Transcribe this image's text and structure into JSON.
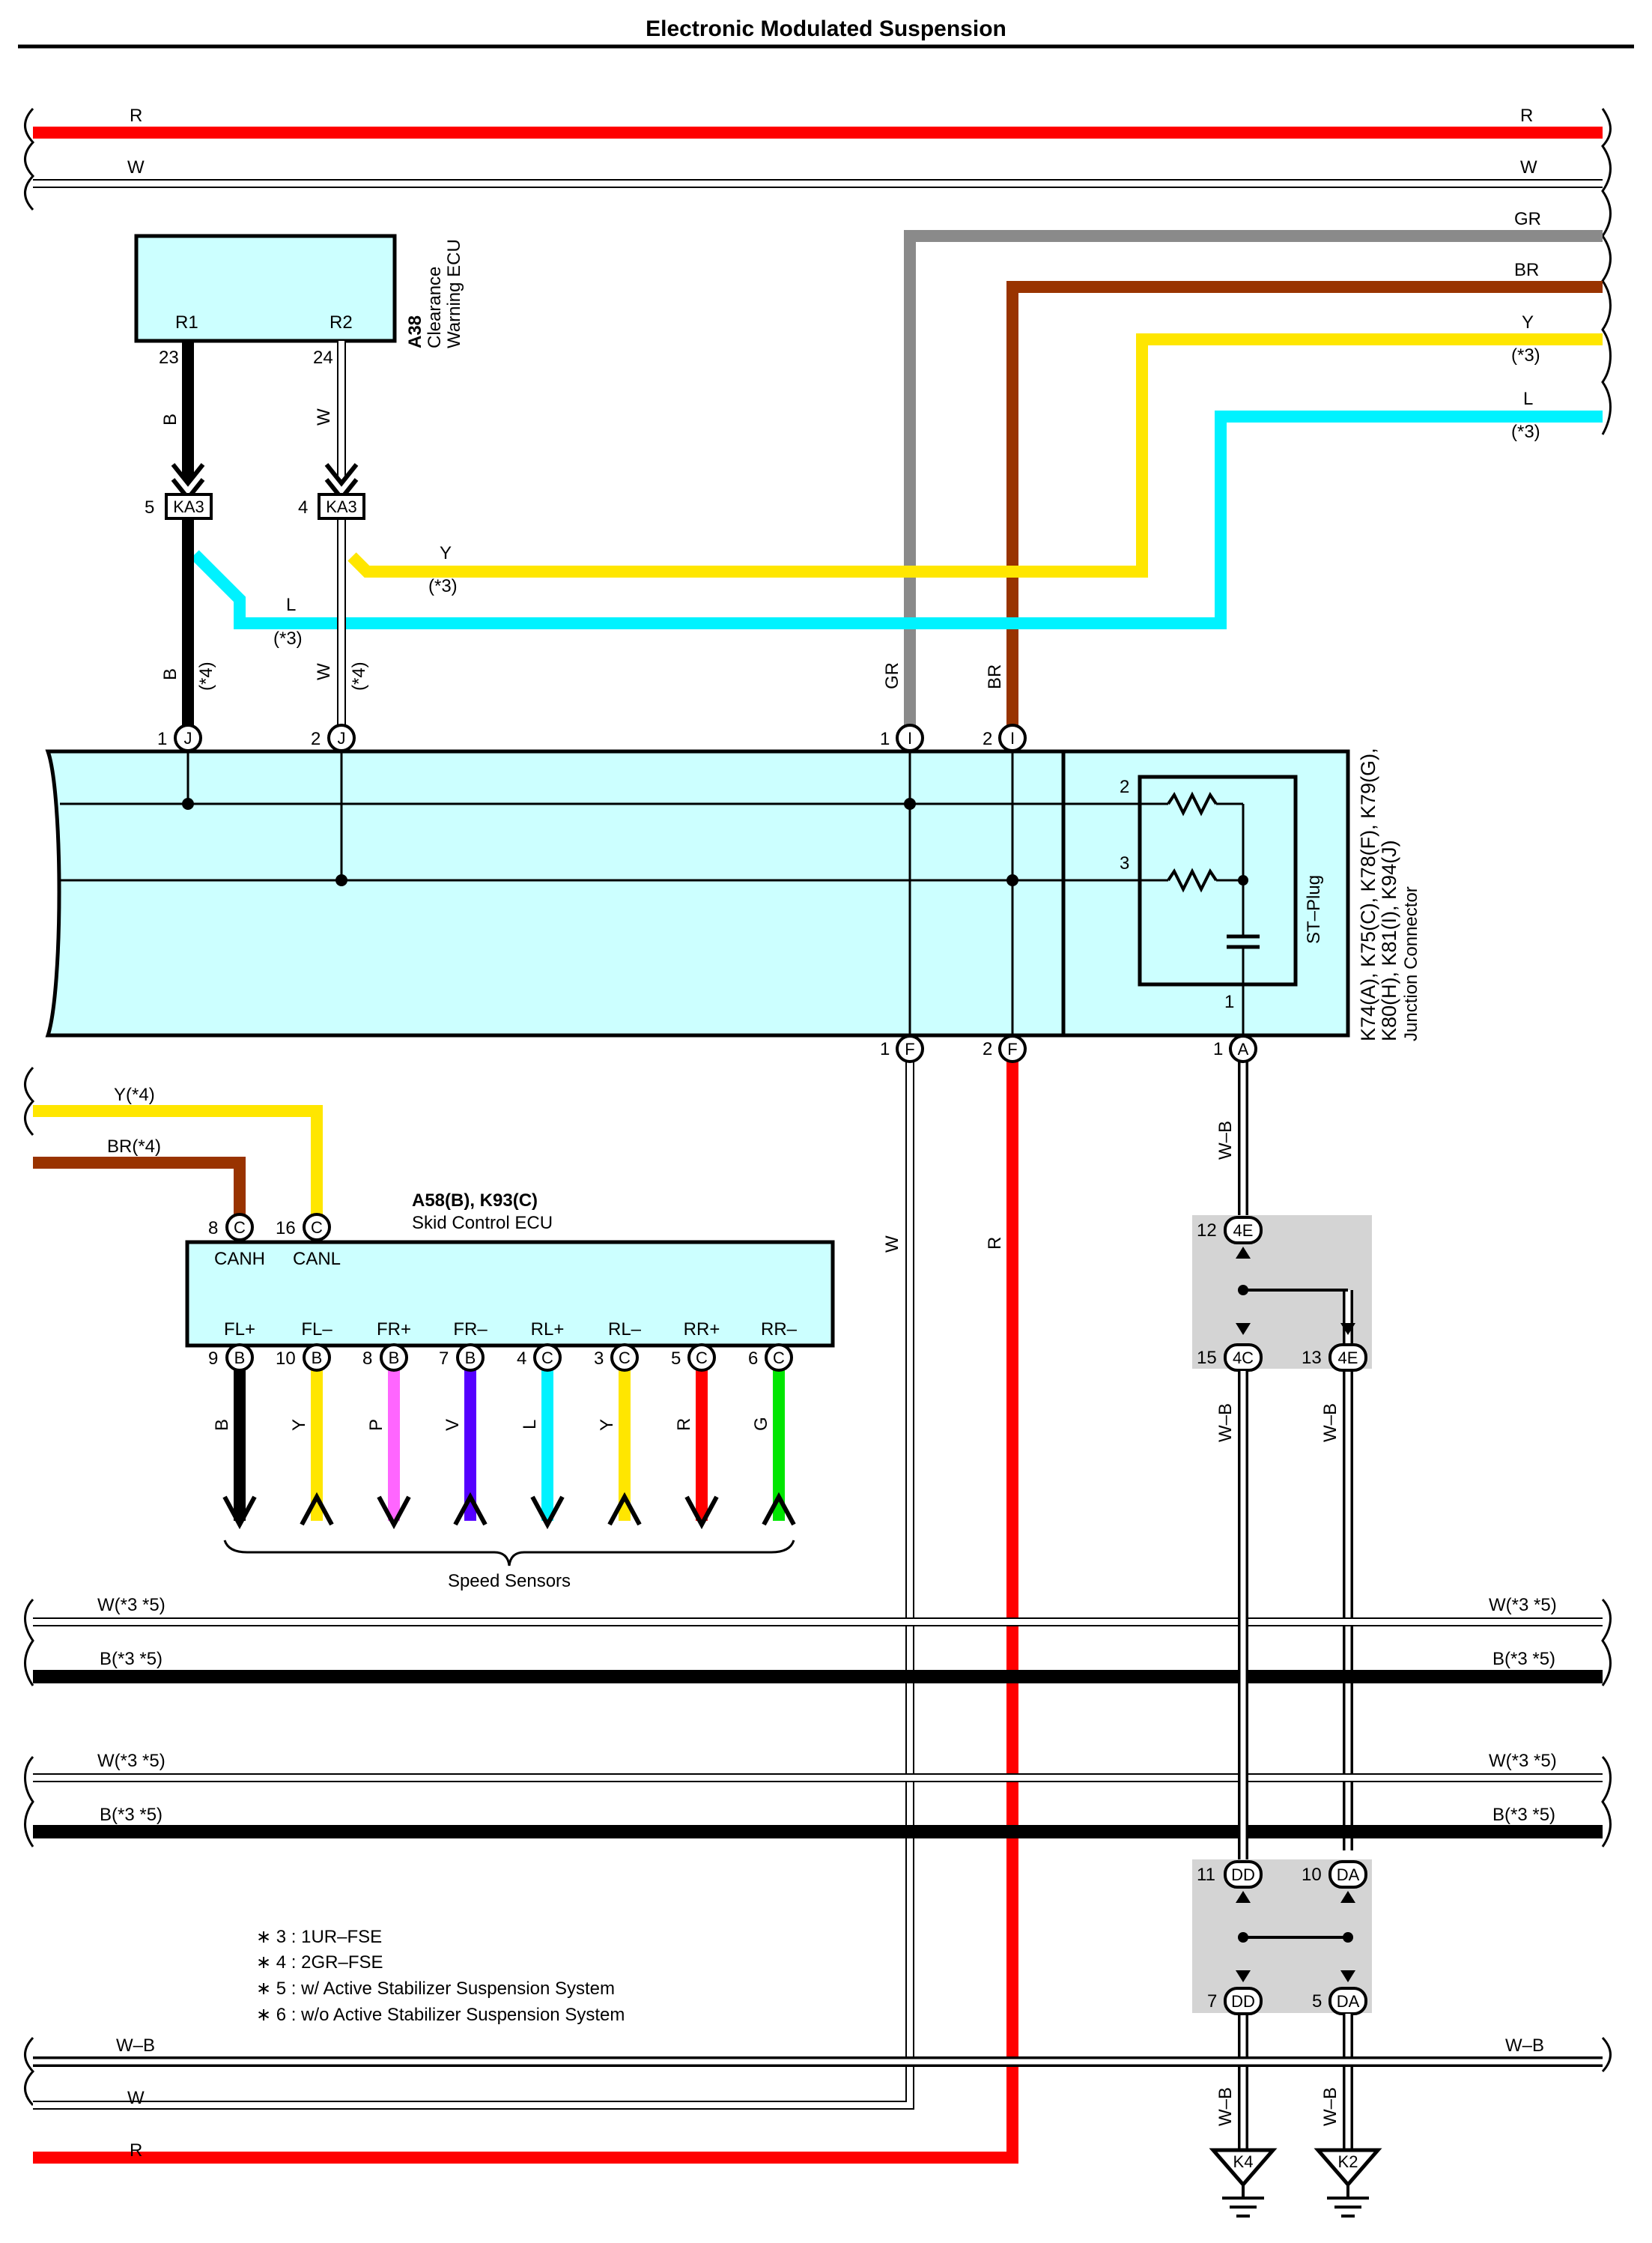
{
  "title": "Electronic Modulated Suspension",
  "colors": {
    "red": "#ff0000",
    "white_wire": "#b5b5b5",
    "gray": "#8a8a8a",
    "brown": "#993300",
    "yellow": "#ffe600",
    "cyan": "#00f2ff",
    "black": "#000000",
    "pink": "#ff66ff",
    "violet": "#5500ff",
    "green": "#00e600",
    "component_fill": "#ccffff",
    "splice_fill": "#d4d4d4"
  },
  "bus": {
    "top": [
      "R",
      "W",
      "GR",
      "BR",
      "Y",
      "(*3)",
      "L",
      "(*3)"
    ],
    "mid": [
      "W(*3 *5)",
      "B(*3 *5)",
      "W(*3 *5)",
      "B(*3 *5)"
    ],
    "bottom": [
      "W–B",
      "W",
      "R"
    ],
    "left_inputs": [
      "Y(*4)",
      "BR(*4)"
    ]
  },
  "clearance_ecu": {
    "code": "A38",
    "name_line1": "Clearance",
    "name_line2": "Warning ECU",
    "pin_labels": [
      "R1",
      "R2"
    ],
    "pin_numbers": [
      "23",
      "24"
    ]
  },
  "ka3": {
    "label": "KA3",
    "pin_b": "5",
    "pin_w": "4"
  },
  "wire_labels": {
    "b": "B",
    "w": "W",
    "y": "Y",
    "l": "L",
    "star3": "(*3)",
    "star4": "(*4)",
    "gr": "GR",
    "br": "BR",
    "r": "R",
    "wb": "W–B"
  },
  "junction_connector": {
    "codes_line1": "K74(A), K75(C), K78(F), K79(G),",
    "codes_line2": "K80(H), K81(I), K94(J)",
    "name": "Junction Connector",
    "st_plug": "ST–Plug",
    "top_pins": [
      {
        "num": "1",
        "letter": "J"
      },
      {
        "num": "2",
        "letter": "J"
      },
      {
        "num": "1",
        "letter": "I"
      },
      {
        "num": "2",
        "letter": "I"
      }
    ],
    "bottom_pins": [
      {
        "num": "1",
        "letter": "F"
      },
      {
        "num": "2",
        "letter": "F"
      },
      {
        "num": "1",
        "letter": "A"
      }
    ],
    "st_pins": [
      "2",
      "3",
      "1"
    ]
  },
  "skid_ecu": {
    "codes": "A58(B), K93(C)",
    "name": "Skid Control ECU",
    "can_pins": [
      {
        "num": "8",
        "letter": "C",
        "label": "CANH"
      },
      {
        "num": "16",
        "letter": "C",
        "label": "CANL"
      }
    ],
    "sensor_pins": [
      {
        "label": "FL+",
        "num": "9",
        "letter": "B",
        "wire": "B"
      },
      {
        "label": "FL–",
        "num": "10",
        "letter": "B",
        "wire": "Y"
      },
      {
        "label": "FR+",
        "num": "8",
        "letter": "B",
        "wire": "P"
      },
      {
        "label": "FR–",
        "num": "7",
        "letter": "B",
        "wire": "V"
      },
      {
        "label": "RL+",
        "num": "4",
        "letter": "C",
        "wire": "L"
      },
      {
        "label": "RL–",
        "num": "3",
        "letter": "C",
        "wire": "Y"
      },
      {
        "label": "RR+",
        "num": "5",
        "letter": "C",
        "wire": "R"
      },
      {
        "label": "RR–",
        "num": "6",
        "letter": "C",
        "wire": "G"
      }
    ],
    "speed_sensors_label": "Speed Sensors"
  },
  "splice_4e": {
    "top": {
      "num": "12",
      "label": "4E"
    },
    "left": {
      "num": "15",
      "label": "4C"
    },
    "right": {
      "num": "13",
      "label": "4E"
    }
  },
  "splice_dd": {
    "tl": {
      "num": "11",
      "label": "DD"
    },
    "tr": {
      "num": "10",
      "label": "DA"
    },
    "bl": {
      "num": "7",
      "label": "DD"
    },
    "br": {
      "num": "5",
      "label": "DA"
    }
  },
  "grounds": [
    "K4",
    "K2"
  ],
  "notes": [
    "∗ 3 : 1UR–FSE",
    "∗ 4 : 2GR–FSE",
    "∗ 5 : w/ Active Stabilizer Suspension System",
    "∗ 6 : w/o Active Stabilizer Suspension System"
  ]
}
